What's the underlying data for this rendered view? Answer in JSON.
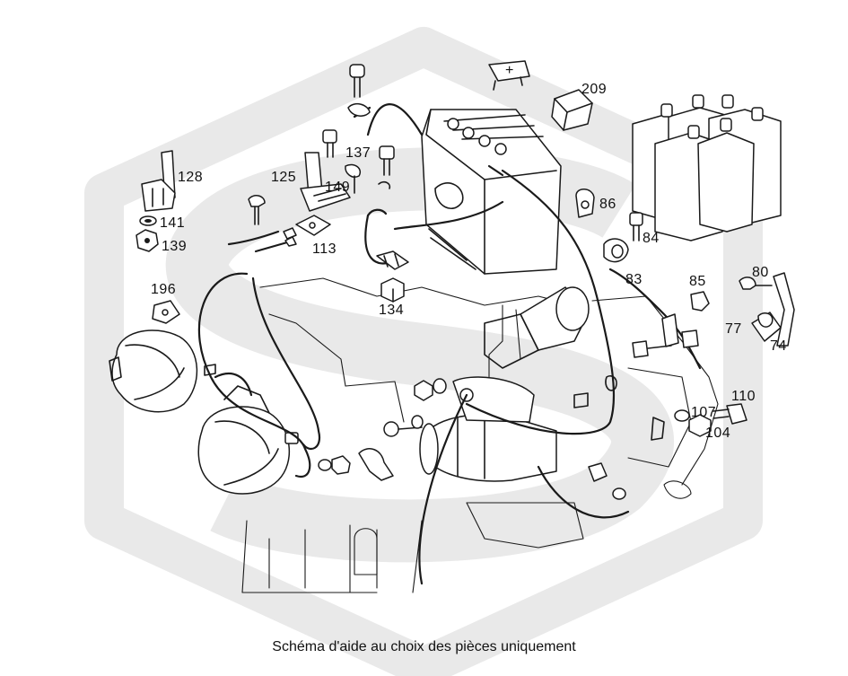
{
  "diagram": {
    "caption": "Schéma d'aide au choix des pièces uniquement",
    "watermark": {
      "color": "#e9e9e9",
      "shape": "hexagon-s-logo"
    },
    "line_color": "#1a1a1a",
    "callouts": [
      "209",
      "128",
      "125",
      "137",
      "149",
      "86",
      "141",
      "139",
      "113",
      "84",
      "83",
      "85",
      "80",
      "134",
      "196",
      "77",
      "74",
      "110",
      "107",
      "104"
    ]
  }
}
